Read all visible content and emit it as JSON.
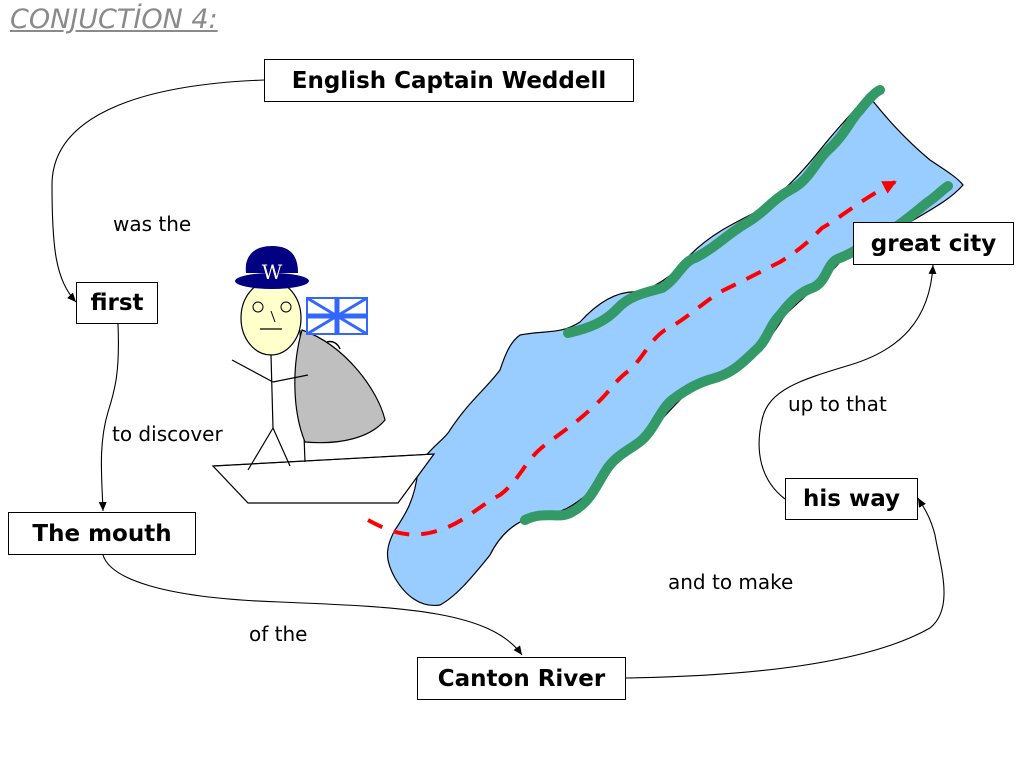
{
  "title": "CONJUCTİON 4:",
  "boxes": {
    "weddell": "English Captain Weddell",
    "first": "first",
    "mouth": "The mouth",
    "canton": "Canton River",
    "his_way": "his way",
    "great_city": "great city"
  },
  "connectors": {
    "was_the": "was the",
    "to_discover": "to discover",
    "of_the": "of the",
    "and_to_make": "and to make",
    "up_to_that": "up to that"
  },
  "hat_letter": "W",
  "colors": {
    "river": "#99ccff",
    "bank": "#339966",
    "route": "#ff0000",
    "hat": "#000080",
    "face": "#ffffcc",
    "sail": "#bfbfbf",
    "flag": "#3366ff"
  }
}
